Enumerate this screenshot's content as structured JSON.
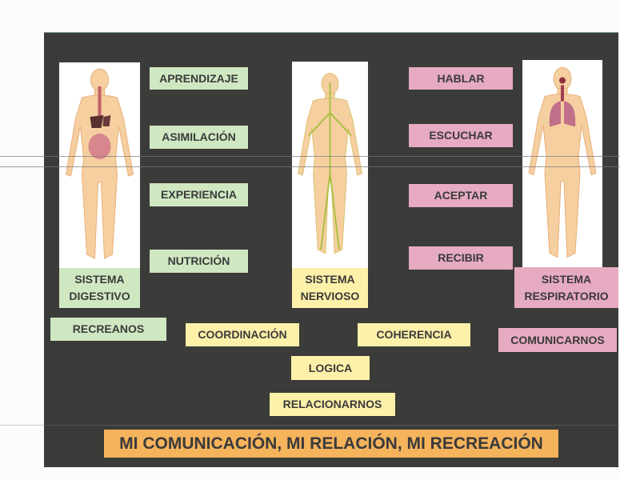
{
  "systems": [
    {
      "label_line1": "SISTEMA",
      "label_line2": "DIGESTIVO",
      "color": "#cfe8c2"
    },
    {
      "label_line1": "SISTEMA",
      "label_line2": "NERVIOSO",
      "color": "#fdf0a8"
    },
    {
      "label_line1": "SISTEMA",
      "label_line2": "RESPIRATORIO",
      "color": "#e6aac2"
    }
  ],
  "green_words": [
    "APRENDIZAJE",
    "ASIMILACIÓN",
    "EXPERIENCIA",
    "NUTRICIÓN",
    "RECREANOS"
  ],
  "pink_words": [
    "HABLAR",
    "ESCUCHAR",
    "ACEPTAR",
    "RECIBIR",
    "COMUNICARNOS"
  ],
  "yellow_words": [
    "COORDINACIÓN",
    "COHERENCIA",
    "LOGICA",
    "RELACIONARNOS"
  ],
  "banner": "MI COMUNICACIÓN, MI RELACIÓN, MI RECREACIÓN"
}
